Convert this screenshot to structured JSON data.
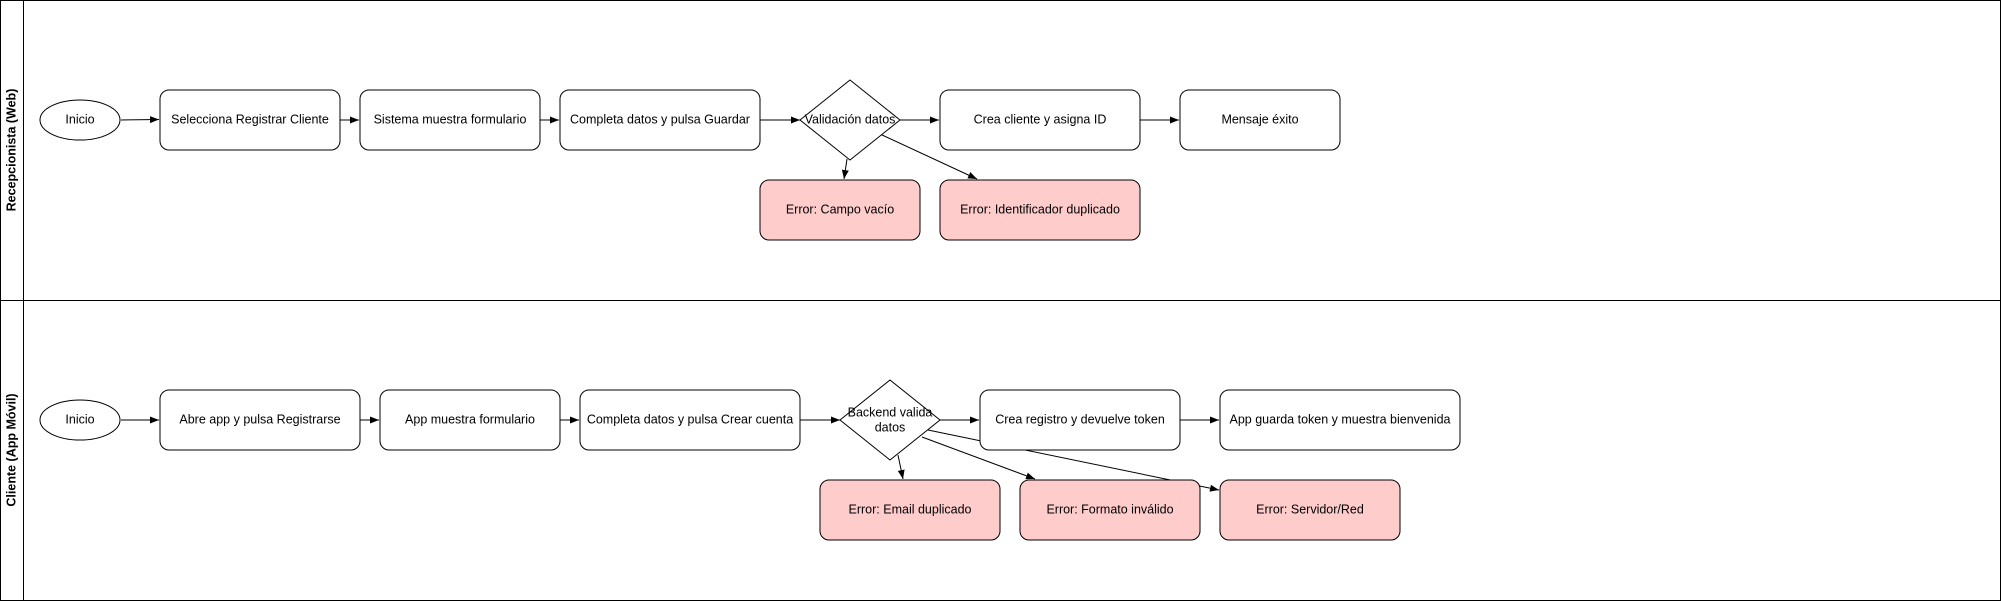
{
  "lanes": [
    {
      "title": "Recepcionista (Web)",
      "nodes": {
        "start": "Inicio",
        "select": "Selecciona Registrar Cliente",
        "form": "Sistema muestra formulario",
        "fill": "Completa datos y pulsa Guardar",
        "validate": "Validación datos",
        "create": "Crea cliente y asigna ID",
        "success": "Mensaje éxito",
        "error_empty": "Error: Campo vacío",
        "error_dup": "Error: Identificador duplicado"
      }
    },
    {
      "title": "Cliente (App Móvil)",
      "nodes": {
        "start": "Inicio",
        "open": "Abre app y pulsa Registrarse",
        "form": "App muestra formulario",
        "fill": "Completa datos y pulsa Crear cuenta",
        "validate_line1": "Backend valida",
        "validate_line2": "datos",
        "create": "Crea registro y devuelve token",
        "welcome": "App guarda token y muestra bienvenida",
        "error_email": "Error: Email duplicado",
        "error_format": "Error: Formato inválido",
        "error_server": "Error: Servidor/Red"
      }
    }
  ],
  "colors": {
    "stroke": "#000000",
    "process_fill": "#ffffff",
    "error_fill": "#ffcccc"
  }
}
